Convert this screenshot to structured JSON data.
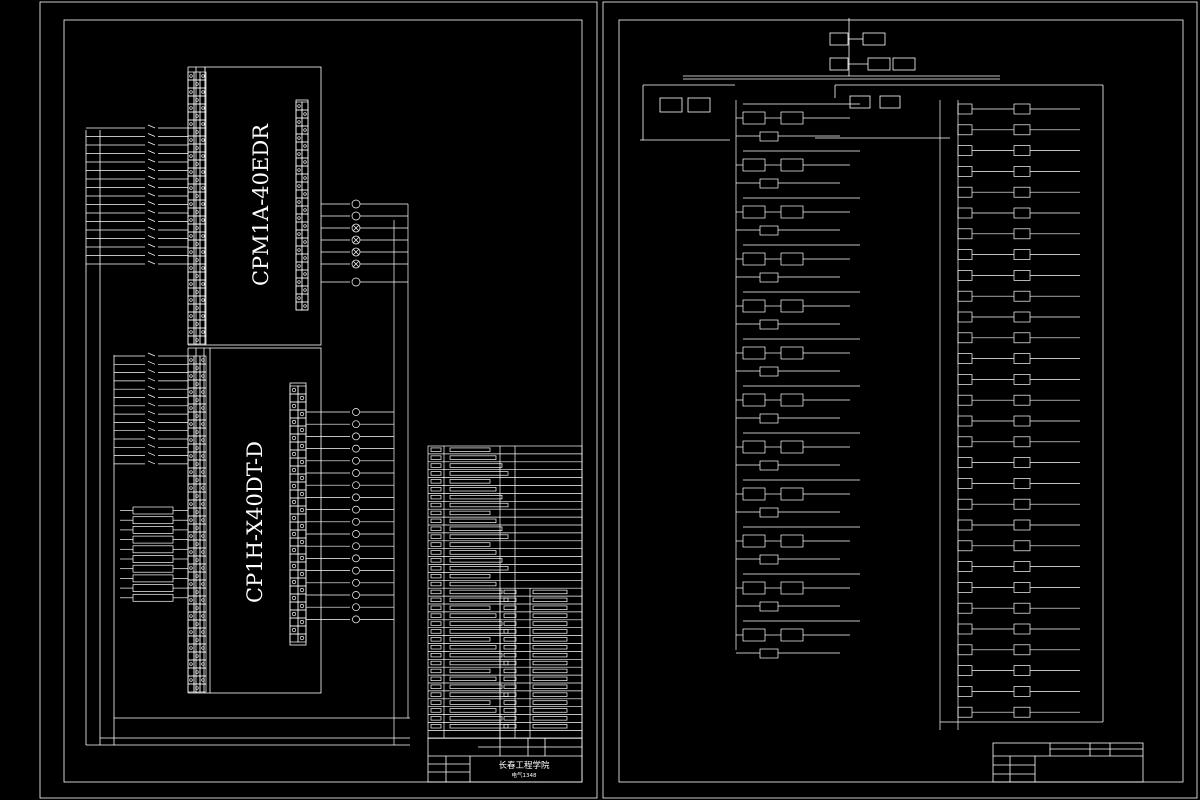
{
  "left_sheet": {
    "plc_top": {
      "model": "CPM1A-40EDR"
    },
    "plc_bottom": {
      "model": "CP1H-X40DT-D"
    },
    "title_block": {
      "institute": "长春工程学院",
      "subtitle": "电气1348"
    }
  },
  "right_sheet": {
    "title_block": {}
  },
  "colors": {
    "background": "#000000",
    "line": "#ffffff"
  }
}
